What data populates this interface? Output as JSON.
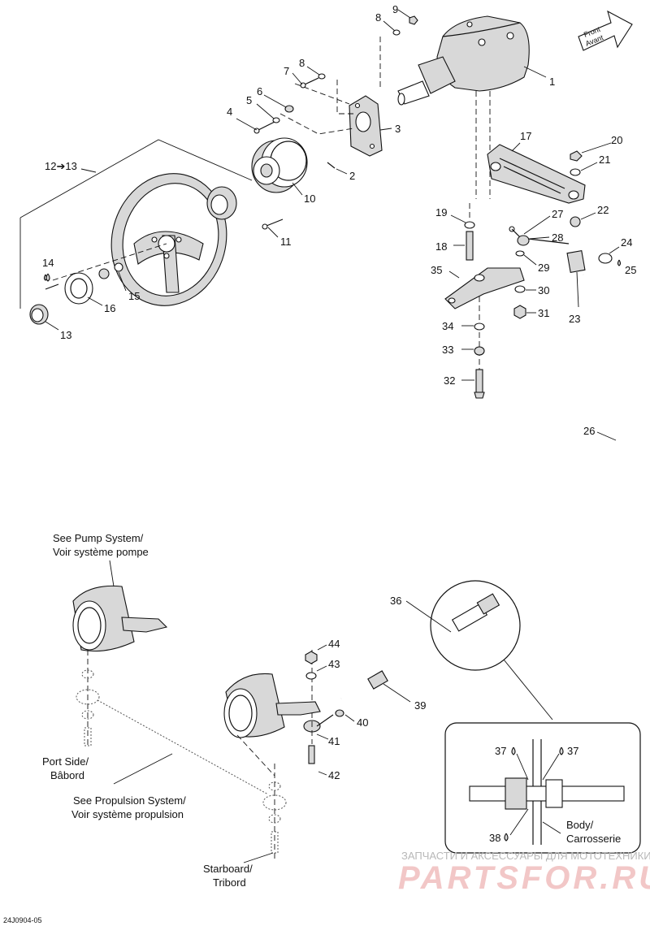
{
  "diagram_code": "24J0904-05",
  "direction": {
    "line1": "Front",
    "line2": "Avant"
  },
  "callouts": {
    "c1": "1",
    "c2": "2",
    "c3": "3",
    "c4": "4",
    "c5": "5",
    "c6": "6",
    "c7": "7",
    "c8a": "8",
    "c8b": "8",
    "c9": "9",
    "c10": "10",
    "c11": "11",
    "c12": "12➔13",
    "c13a": "13",
    "c14": "14",
    "c15": "15",
    "c16": "16",
    "c17": "17",
    "c18": "18",
    "c19": "19",
    "c20": "20",
    "c21": "21",
    "c22": "22",
    "c23": "23",
    "c24": "24",
    "c25": "25",
    "c26": "26",
    "c27": "27",
    "c28": "28",
    "c29": "29",
    "c30": "30",
    "c31": "31",
    "c32": "32",
    "c33": "33",
    "c34": "34",
    "c35": "35",
    "c36": "36",
    "c37a": "37",
    "c37b": "37",
    "c38": "38",
    "c39": "39",
    "c40": "40",
    "c41": "41",
    "c42": "42",
    "c43": "43",
    "c44": "44"
  },
  "notes": {
    "pump_1": "See Pump System/",
    "pump_2": "Voir système pompe",
    "port_1": "Port Side/",
    "port_2": "Bâbord",
    "prop_1": "See Propulsion System/",
    "prop_2": "Voir système propulsion",
    "star_1": "Starboard/",
    "star_2": "Tribord",
    "body_1": "Body/",
    "body_2": "Carrosserie"
  },
  "watermark": {
    "line1": "ЗАПЧАСТИ И АКСЕССУАРЫ ДЛЯ МОТОТЕХНИКИ",
    "line2": "PARTSFOR.RU"
  }
}
